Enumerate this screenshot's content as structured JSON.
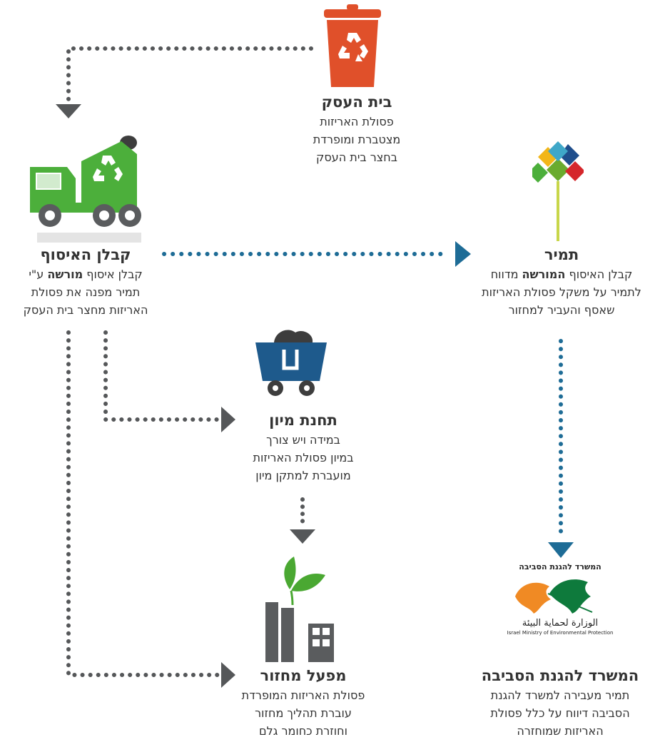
{
  "colors": {
    "bin": "#e0502a",
    "truck": "#4caf3b",
    "cart": "#1e5a8c",
    "factory": "#5a5c5e",
    "leaf_green": "#4aa832",
    "arrow_gray": "#555759",
    "arrow_blue": "#1e6c96",
    "stem": "#c8d64a"
  },
  "nodes": {
    "business": {
      "title": "בית העסק",
      "lines": [
        "פסולת האריזות",
        "מצטברת ומופרדת",
        "בחצר בית העסק"
      ]
    },
    "contractor": {
      "title": "קבלן האיסוף",
      "line1_a": "קבלן איסוף ",
      "line1_bold": "מורשה",
      "line1_b": " ע\"י",
      "lines": [
        "תמיר מפנה את פסולת",
        "האריזות מחצר בית העסק"
      ]
    },
    "tamir": {
      "title": "תמיר",
      "line1_a": "קבלן האיסוף ",
      "line1_bold": "המורשה",
      "line1_b": " מדווח",
      "lines": [
        "לתמיר על משקל פסולת האריזות",
        "שאסף והעביר למחזור"
      ]
    },
    "sorting": {
      "title": "תחנת מיון",
      "lines": [
        "במידה ויש צורך",
        "במיון פסולת האריזות",
        "מועברת למתקן מיון"
      ]
    },
    "factory": {
      "title": "מפעל מחזור",
      "lines": [
        "פסולת האריזות המופרדת",
        "עוברת תהליך מחזור",
        "וחוזרת כחומר גלם"
      ]
    },
    "ministry": {
      "title": "המשרד להגנת הסביבה",
      "lines": [
        "תמיר מעבירה למשרד להגנת",
        "הסביבה דיווח על כלל פסולת",
        "האריזות שמוחזרה"
      ]
    }
  },
  "ministry_logo": {
    "header": "המשרד להגנת הסביבה",
    "arabic": "الوزارة لحماية البيئة",
    "english": "Israel Ministry of Environmental Protection"
  },
  "icons": [
    "recycle-bin-icon",
    "garbage-truck-icon",
    "tamir-logo-icon",
    "sorting-cart-icon",
    "recycling-factory-icon",
    "ministry-logo-icon"
  ]
}
